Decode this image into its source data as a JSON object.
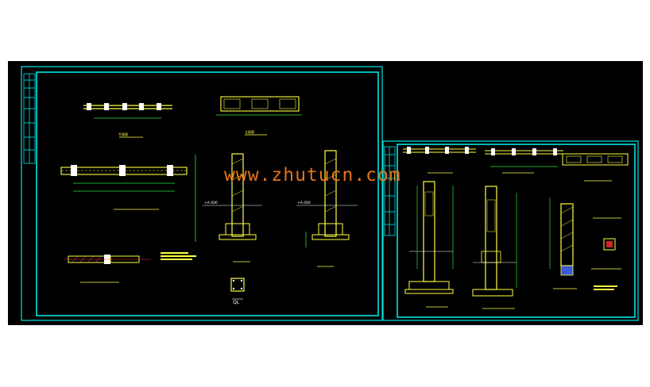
{
  "watermark": "www.zhutucn.com",
  "colors": {
    "background": "#000000",
    "frame": "#00e5e5",
    "yellow": "#ffff40",
    "green": "#30e040",
    "red": "#ff3030",
    "white": "#ffffff",
    "magenta": "#ff40ff",
    "watermark": "#f07a1c"
  },
  "sheet1": {
    "labels": {
      "elev_a": "+A.000",
      "elev_b": "+A.000",
      "detail_ql": "QL"
    }
  },
  "sheet2": {}
}
